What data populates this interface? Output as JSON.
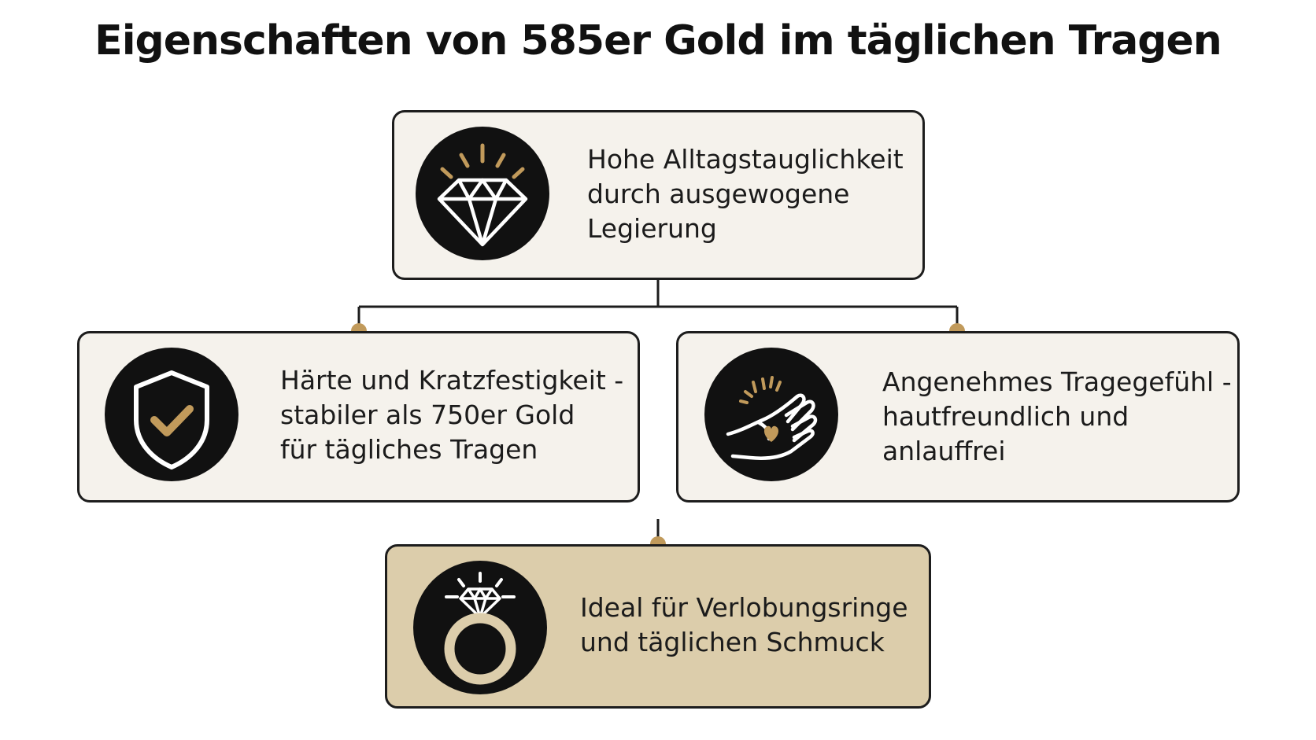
{
  "title": "Eigenschaften von 585er Gold im täglichen Tragen",
  "colors": {
    "card_fill": "#f5f2ec",
    "highlight_fill": "#dccdab",
    "icon_circle": "#111111",
    "gold_accent": "#c19a5b",
    "border": "#1d1d1d"
  },
  "nodes": {
    "top": {
      "icon": "diamond-icon",
      "text": "Hohe Alltagstauglichkeit\ndurch ausgewogene\nLegierung"
    },
    "left": {
      "icon": "shield-check-icon",
      "text": "Härte und Kratzfestigkeit -\nstabiler als 750er Gold\nfür tägliches Tragen"
    },
    "right": {
      "icon": "hand-heart-icon",
      "text": "Angenehmes Tragegefühl -\nhautfreundlich und\nanlauffrei"
    },
    "bottom": {
      "icon": "diamond-ring-icon",
      "text": "Ideal für Verlobungsringe\nund täglichen Schmuck"
    }
  }
}
